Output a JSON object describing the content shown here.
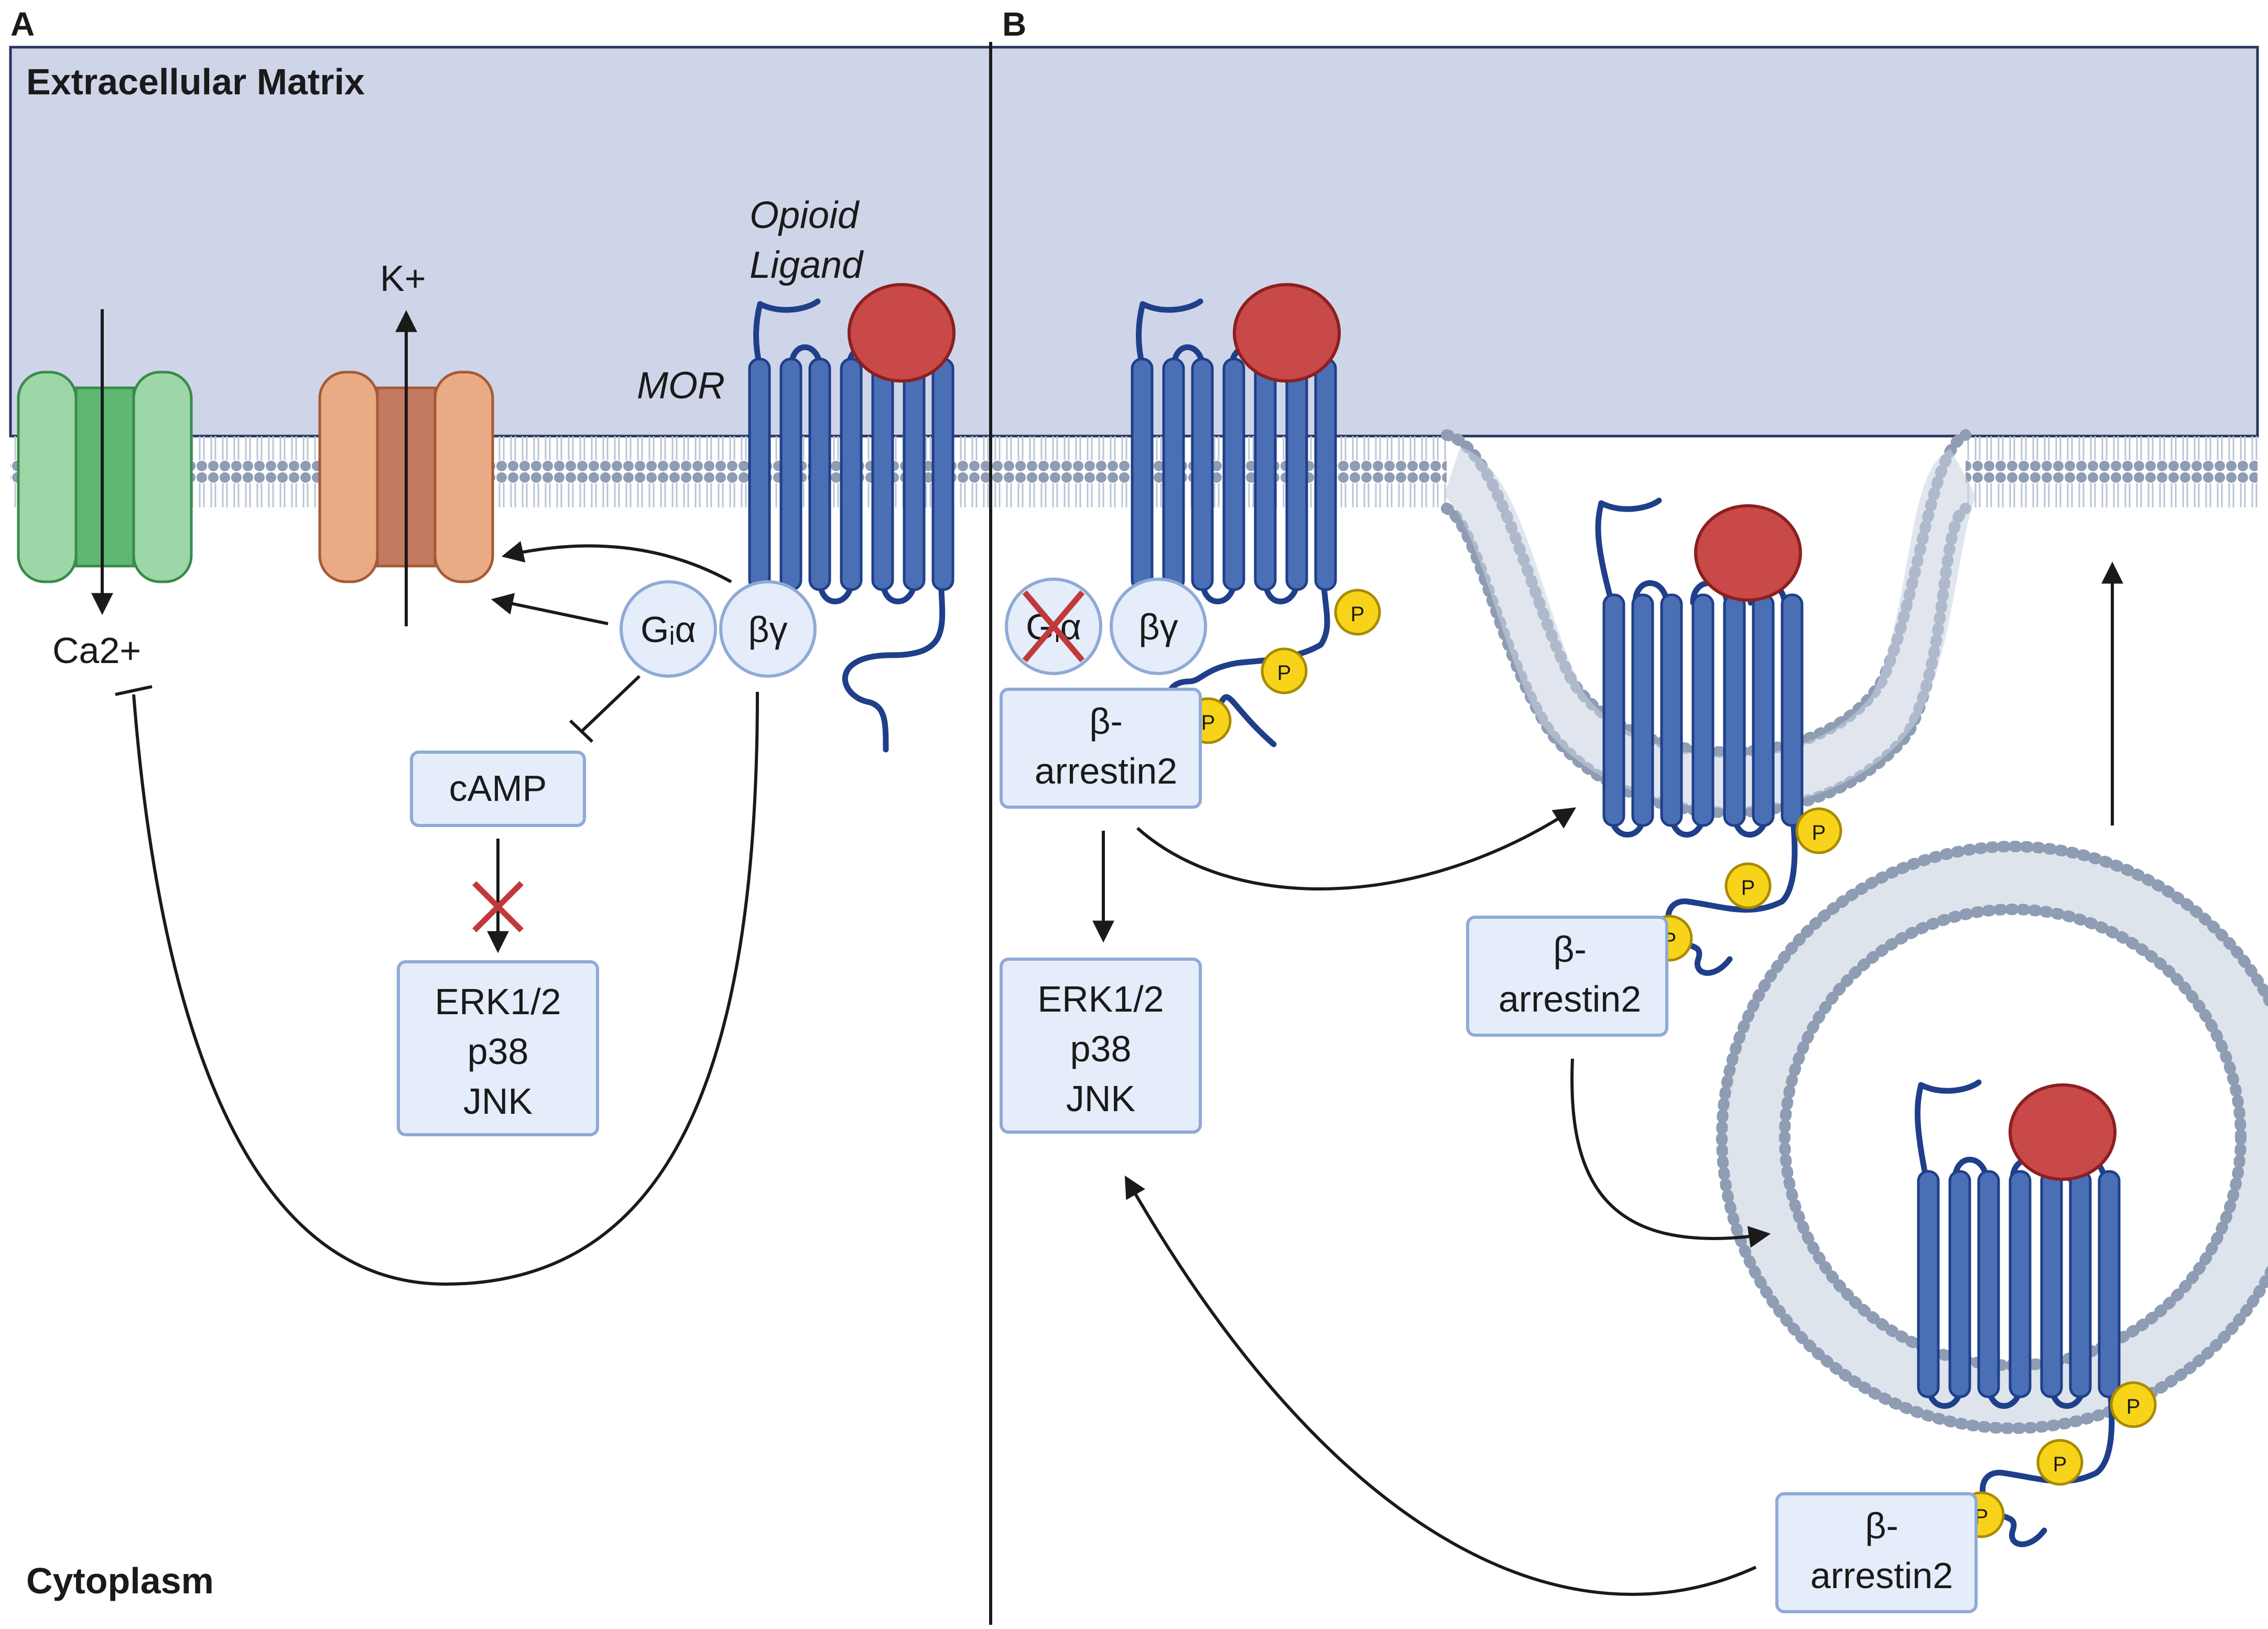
{
  "panels": {
    "a": {
      "label": "A"
    },
    "b": {
      "label": "B"
    }
  },
  "regions": {
    "extracellular": "Extracellular Matrix",
    "cytoplasm": "Cytoplasm"
  },
  "panel_a": {
    "opioid_ligand_line1": "Opioid",
    "opioid_ligand_line2": "Ligand",
    "mor": "MOR",
    "potassium": "K+",
    "calcium": "Ca2+",
    "gi_alpha": "Gᵢα",
    "beta_gamma": "βγ",
    "camp": "cAMP",
    "kinases": [
      "ERK1/2",
      "p38",
      "JNK"
    ]
  },
  "panel_b": {
    "gi_alpha": "Gᵢα",
    "beta_gamma": "βγ",
    "arrestin_1": [
      "β-",
      "arrestin2"
    ],
    "arrestin_2": [
      "β-",
      "arrestin2"
    ],
    "arrestin_3": [
      "β-",
      "arrestin2"
    ],
    "kinases": [
      "ERK1/2",
      "p38",
      "JNK"
    ],
    "phospho": "P"
  },
  "colors": {
    "extracellular": "#cfd5e8",
    "receptor": "#4a6fb5",
    "ligand": "#c94848",
    "phosphate": "#f7d419",
    "calcium_channel": "#8fd19e",
    "potassium_channel": "#e3a07a",
    "inhibition_x": "#c0393b"
  }
}
